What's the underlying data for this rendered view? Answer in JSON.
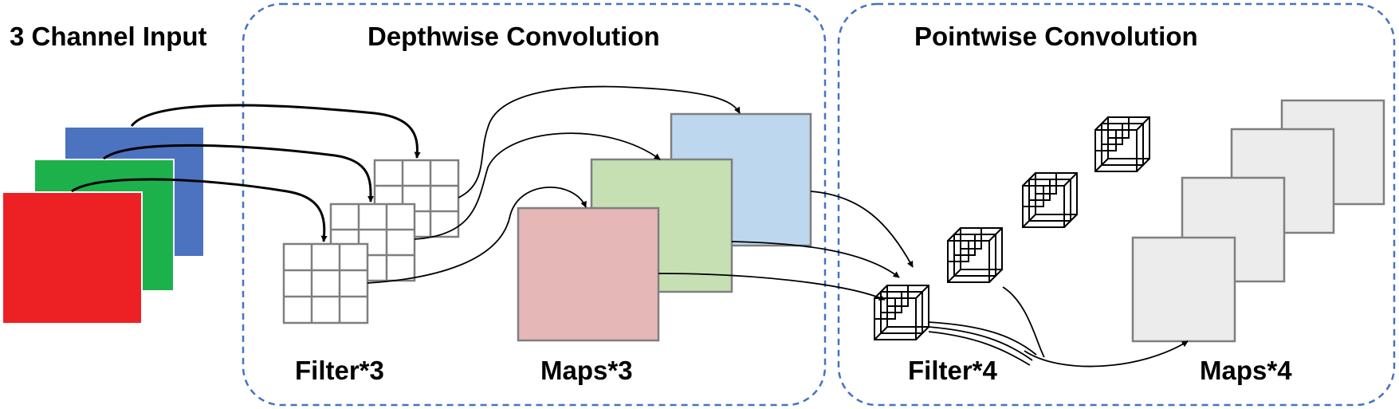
{
  "labels": {
    "input": "3 Channel Input",
    "depthwise": "Depthwise Convolution",
    "pointwise": "Pointwise Convolution",
    "dw_filters": "Filter*3",
    "dw_maps": "Maps*3",
    "pw_filters": "Filter*4",
    "pw_maps": "Maps*4"
  },
  "colors": {
    "channel_red": "#ed2024",
    "channel_green": "#1db14b",
    "channel_blue": "#4b73c0",
    "map_red": "#e6b7b7",
    "map_green": "#c6e0b4",
    "map_blue": "#bdd7ee",
    "map_gray": "#ececec",
    "map_border": "#7f7f7f",
    "filter_border": "#7f7f7f",
    "panel_border": "#4472c4",
    "arrow": "#000000"
  },
  "icons": [
    "arrow-icon",
    "cube-icon"
  ]
}
